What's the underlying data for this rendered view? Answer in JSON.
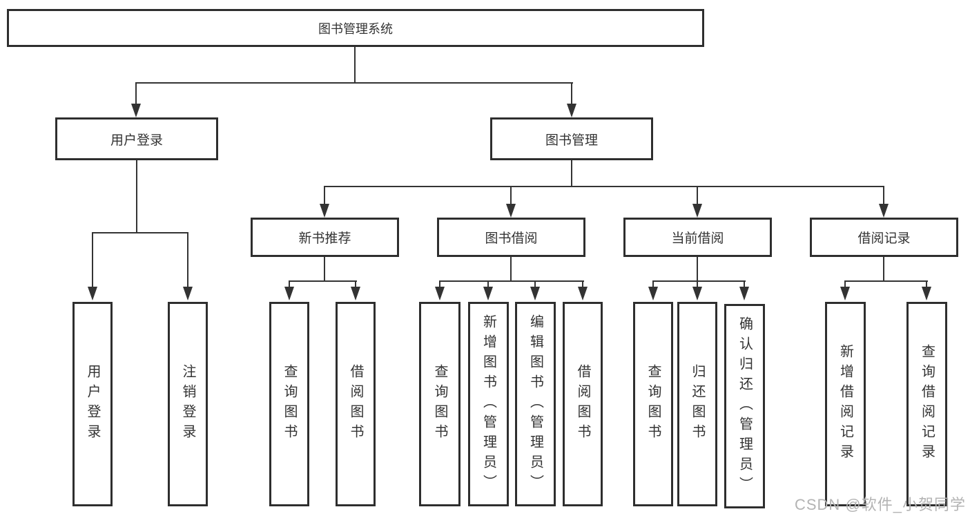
{
  "colors": {
    "line": "#333333",
    "box-border": "#2e2e2e",
    "box-bg": "#ffffff",
    "text": "#333333",
    "watermark": "#b3b3b3"
  },
  "tree": {
    "root": {
      "label": "图书管理系统"
    },
    "children": [
      {
        "label": "用户登录",
        "children": [
          {
            "label": "用户登录"
          },
          {
            "label": "注销登录"
          }
        ]
      },
      {
        "label": "图书管理",
        "children": [
          {
            "label": "新书推荐",
            "children": [
              {
                "label": "查询图书"
              },
              {
                "label": "借阅图书"
              }
            ]
          },
          {
            "label": "图书借阅",
            "children": [
              {
                "label": "查询图书"
              },
              {
                "label": "新增图书（管理员）"
              },
              {
                "label": "编辑图书（管理员）"
              },
              {
                "label": "借阅图书"
              }
            ]
          },
          {
            "label": "当前借阅",
            "children": [
              {
                "label": "查询图书"
              },
              {
                "label": "归还图书"
              },
              {
                "label": "确认归还（管理员）"
              }
            ]
          },
          {
            "label": "借阅记录",
            "children": [
              {
                "label": "新增借阅记录"
              },
              {
                "label": "查询借阅记录"
              }
            ]
          }
        ]
      }
    ]
  },
  "watermark": {
    "text": "CSDN @软件_小贺同学"
  }
}
